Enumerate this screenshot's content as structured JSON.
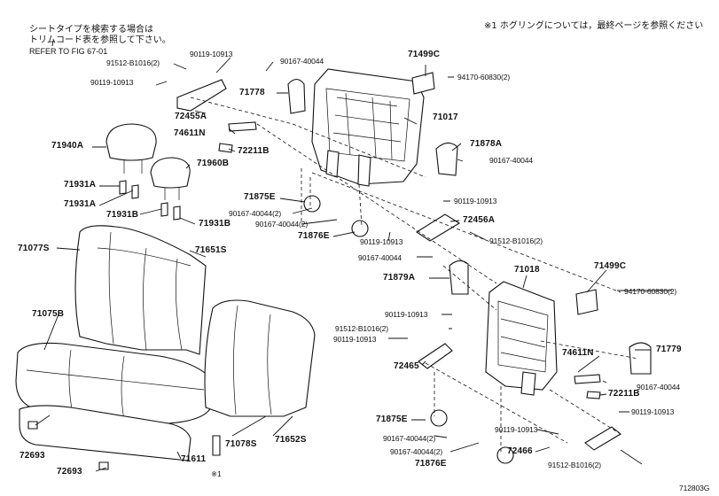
{
  "notes": {
    "seat_search_line1": "シートタイプを検索する場合は",
    "seat_search_line2": "トリムコード表を参照して下さい。",
    "refer": "REFER TO FIG  67-01",
    "footnote": "※1  ホグリングについては，最終ページを参照ください",
    "figure_code": "712803G",
    "mark_x1": "※1"
  },
  "labels": {
    "l01": "91512-B1016(2)",
    "l02": "90119-10913",
    "l03": "90167-40044",
    "l04": "71499C",
    "l05": "94170-60830(2)",
    "l06": "90119-10913",
    "l07": "71778",
    "l08": "72455A",
    "l09": "71017",
    "l10": "74611N",
    "l11": "72211B",
    "l12": "71878A",
    "l13": "90167-40044",
    "l14": "71940A",
    "l15": "71960B",
    "l16": "71931A",
    "l17": "71931A",
    "l18": "71931B",
    "l19": "71931B",
    "l20": "71875E",
    "l21": "90119-10913",
    "l22": "90167-40044(2)",
    "l23": "90167-40044(2)",
    "l24": "72456A",
    "l25": "71876E",
    "l26": "90119-10913",
    "l27": "91512-B1016(2)",
    "l28": "71077S",
    "l29": "71651S",
    "l30": "90167-40044",
    "l31": "71018",
    "l32": "71499C",
    "l33": "71879A",
    "l34": "94170-60830(2)",
    "l35": "71075B",
    "l36": "90119-10913",
    "l37": "91512-B1016(2)",
    "l38": "90119-10913",
    "l39": "74611N",
    "l40": "71779",
    "l41": "72465",
    "l42": "90167-40044",
    "l43": "72211B",
    "l44": "71875E",
    "l45": "90119-10913",
    "l46": "90167-40044(2)",
    "l47": "90119-10913",
    "l48": "90167-40044(2)",
    "l49": "72466",
    "l50": "72693",
    "l51": "71078S",
    "l52": "71652S",
    "l53": "72693",
    "l54": "71611",
    "l55": "71876E",
    "l56": "91512-B1016(2)"
  }
}
